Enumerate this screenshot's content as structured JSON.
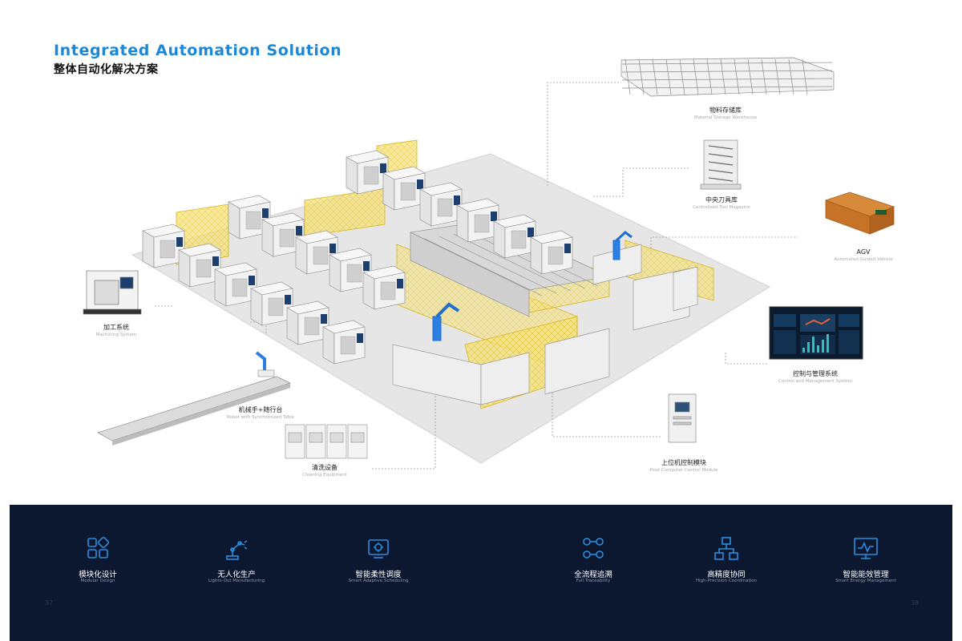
{
  "title": {
    "en": "Integrated Automation Solution",
    "cn": "整体自动化解决方案"
  },
  "components": {
    "storage": {
      "cn": "物料存储库",
      "en": "Material Storage Warehouse"
    },
    "tool_magazine": {
      "cn": "中央刀具库",
      "en": "Centralized Tool Magazine"
    },
    "agv": {
      "cn": "AGV",
      "en": "Automated Guided Vehicle"
    },
    "machining": {
      "cn": "加工系统",
      "en": "Machining System"
    },
    "robot_table": {
      "cn": "机械手+随行台",
      "en": "Robot with Synchronized Table"
    },
    "cleaning": {
      "cn": "清洗设备",
      "en": "Cleaning Equipment"
    },
    "control": {
      "cn": "控制与管理系统",
      "en": "Control and Management System"
    },
    "host": {
      "cn": "上位机控制模块",
      "en": "Host Computer Control Module"
    }
  },
  "features": [
    {
      "cn": "模块化设计",
      "en": "Modular Design",
      "icon": "modular-icon"
    },
    {
      "cn": "无人化生产",
      "en": "Lights-Out Manufacturing",
      "icon": "robot-arm-icon"
    },
    {
      "cn": "智能柔性调度",
      "en": "Smart Adaptive Scheduling",
      "icon": "scheduling-icon"
    },
    {
      "cn": "全流程追溯",
      "en": "Full Traceability",
      "icon": "traceability-icon"
    },
    {
      "cn": "高精度协同",
      "en": "High-Precision Coordination",
      "icon": "network-icon"
    },
    {
      "cn": "智能能效管理",
      "en": "Smart Energy Management",
      "icon": "monitor-chart-icon"
    }
  ],
  "page_numbers": {
    "left": "37",
    "right": "38"
  },
  "colors": {
    "accent": "#1e88d6",
    "footer_bg": "#0c1730",
    "icon": "#2a8fe0",
    "fence": "#f3d23a"
  }
}
